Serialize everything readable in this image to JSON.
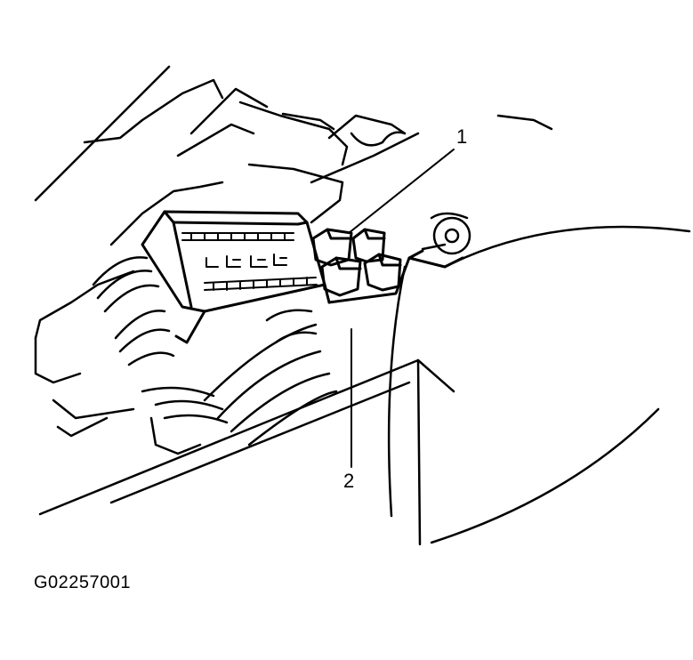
{
  "callouts": [
    {
      "id": "1",
      "label": "1"
    },
    {
      "id": "2",
      "label": "2"
    }
  ],
  "figure_id": "G02257001",
  "colors": {
    "ink": "#000000",
    "paper": "#ffffff"
  }
}
